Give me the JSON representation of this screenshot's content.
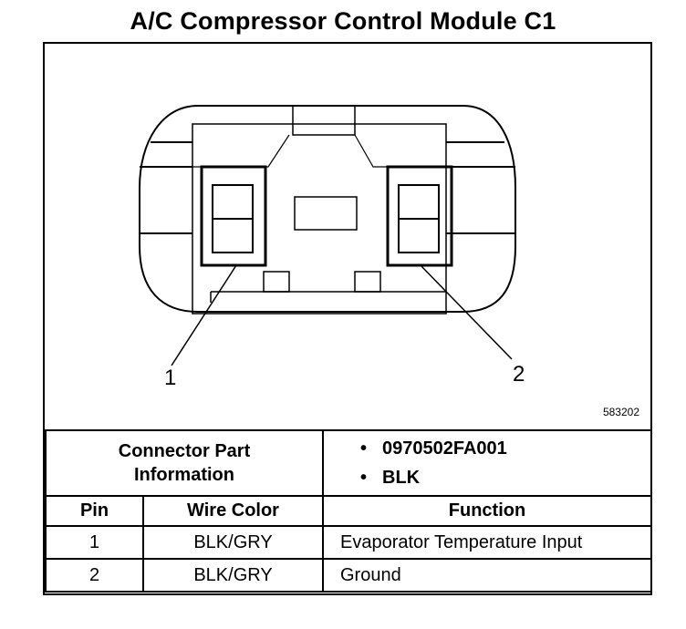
{
  "title": "A/C Compressor Control Module C1",
  "diagram": {
    "figure_id": "583202",
    "callouts": [
      "1",
      "2"
    ]
  },
  "connector_info": {
    "label_line1": "Connector Part",
    "label_line2": "Information",
    "items": [
      "0970502FA001",
      "BLK"
    ]
  },
  "table": {
    "headers": [
      "Pin",
      "Wire Color",
      "Function"
    ],
    "rows": [
      {
        "pin": "1",
        "wire_color": "BLK/GRY",
        "function": "Evaporator Temperature Input"
      },
      {
        "pin": "2",
        "wire_color": "BLK/GRY",
        "function": "Ground"
      }
    ]
  }
}
